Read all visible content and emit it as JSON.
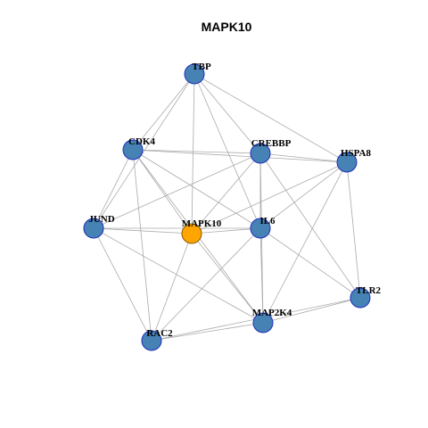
{
  "title": "MAPK10",
  "colors": {
    "node_fill": "#4682B4",
    "node_stroke": "#1f2fbf",
    "center_fill": "#FFA500",
    "center_stroke": "#8a5a00",
    "edge": "#aaaaaa"
  },
  "nodes": [
    {
      "id": "TBP",
      "label": "TBP",
      "center": false
    },
    {
      "id": "CDK4",
      "label": "CDK4",
      "center": false
    },
    {
      "id": "CREBBP",
      "label": "CREBBP",
      "center": false
    },
    {
      "id": "HSPA8",
      "label": "HSPA8",
      "center": false
    },
    {
      "id": "JUND",
      "label": "JUND",
      "center": false
    },
    {
      "id": "MAPK10",
      "label": "MAPK10",
      "center": true
    },
    {
      "id": "IL6",
      "label": "IL6",
      "center": false
    },
    {
      "id": "TLR2",
      "label": "TLR2",
      "center": false
    },
    {
      "id": "MAP2K4",
      "label": "MAP2K4",
      "center": false
    },
    {
      "id": "RAC2",
      "label": "RAC2",
      "center": false
    }
  ],
  "edges": [
    [
      "TBP",
      "CDK4"
    ],
    [
      "TBP",
      "MAPK10"
    ],
    [
      "TBP",
      "CREBBP"
    ],
    [
      "TBP",
      "HSPA8"
    ],
    [
      "TBP",
      "IL6"
    ],
    [
      "TBP",
      "JUND"
    ],
    [
      "CDK4",
      "CREBBP"
    ],
    [
      "CDK4",
      "HSPA8"
    ],
    [
      "CDK4",
      "JUND"
    ],
    [
      "CDK4",
      "MAPK10"
    ],
    [
      "CDK4",
      "IL6"
    ],
    [
      "CDK4",
      "RAC2"
    ],
    [
      "CDK4",
      "MAP2K4"
    ],
    [
      "CREBBP",
      "HSPA8"
    ],
    [
      "CREBBP",
      "JUND"
    ],
    [
      "CREBBP",
      "MAPK10"
    ],
    [
      "CREBBP",
      "IL6"
    ],
    [
      "CREBBP",
      "MAP2K4"
    ],
    [
      "CREBBP",
      "TLR2"
    ],
    [
      "HSPA8",
      "IL6"
    ],
    [
      "HSPA8",
      "MAPK10"
    ],
    [
      "HSPA8",
      "TLR2"
    ],
    [
      "HSPA8",
      "MAP2K4"
    ],
    [
      "JUND",
      "MAPK10"
    ],
    [
      "JUND",
      "IL6"
    ],
    [
      "JUND",
      "RAC2"
    ],
    [
      "JUND",
      "MAP2K4"
    ],
    [
      "MAPK10",
      "IL6"
    ],
    [
      "MAPK10",
      "RAC2"
    ],
    [
      "MAPK10",
      "MAP2K4"
    ],
    [
      "IL6",
      "MAP2K4"
    ],
    [
      "IL6",
      "RAC2"
    ],
    [
      "IL6",
      "TLR2"
    ],
    [
      "TLR2",
      "MAP2K4"
    ],
    [
      "TLR2",
      "RAC2"
    ],
    [
      "MAP2K4",
      "RAC2"
    ]
  ]
}
